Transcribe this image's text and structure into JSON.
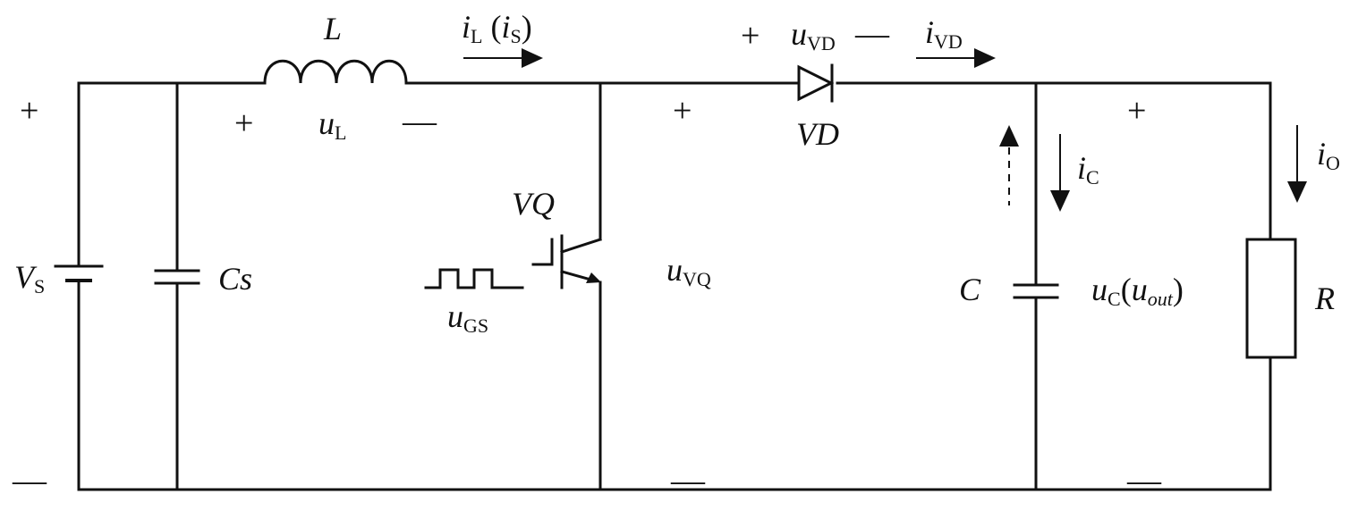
{
  "components": {
    "source": {
      "name": "V",
      "sub": "S"
    },
    "input_cap": {
      "name": "Cs"
    },
    "inductor": {
      "name": "L"
    },
    "inductor_voltage": {
      "name": "u",
      "sub": "L"
    },
    "inductor_current": {
      "name": "i",
      "sub": "L",
      "alt": "i",
      "alt_sub": "S"
    },
    "switch": {
      "name": "VQ"
    },
    "gate_signal": {
      "name": "u",
      "sub": "GS"
    },
    "switch_voltage": {
      "name": "u",
      "sub": "VQ"
    },
    "diode": {
      "name": "VD"
    },
    "diode_voltage": {
      "name": "u",
      "sub": "VD"
    },
    "diode_current": {
      "name": "i",
      "sub": "VD"
    },
    "output_cap": {
      "name": "C"
    },
    "cap_current": {
      "name": "i",
      "sub": "C"
    },
    "cap_voltage": {
      "name": "u",
      "sub": "C",
      "alt": "u",
      "alt_sub": "out"
    },
    "load": {
      "name": "R"
    },
    "load_current": {
      "name": "i",
      "sub": "O"
    }
  },
  "signs": {
    "plus": "+",
    "minus": "—"
  },
  "colors": {
    "wire": "#111111",
    "background": "#ffffff"
  }
}
